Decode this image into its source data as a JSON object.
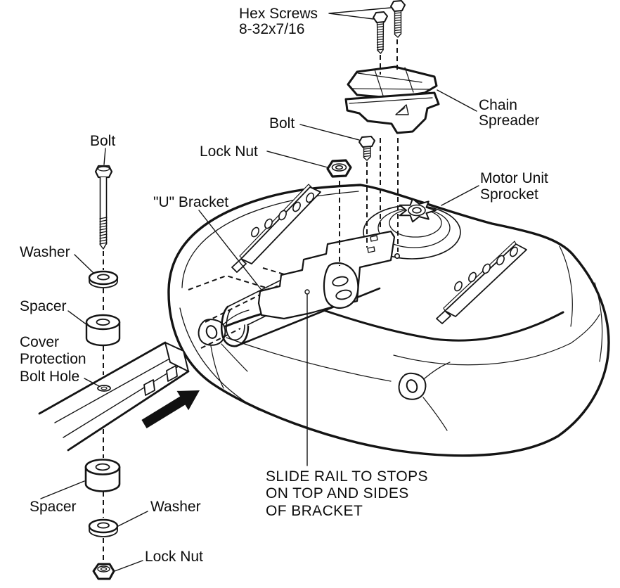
{
  "diagram": {
    "type": "exploded-assembly-diagram",
    "subject": "Motor unit rail attachment with U bracket and chain spreader",
    "colors": {
      "background": "#ffffff",
      "ink": "#141414",
      "label_text": "#0d0d0d",
      "arrow_fill": "#111111"
    },
    "labels": {
      "hex_screws_line1": "Hex Screws",
      "hex_screws_line2": "8-32x7/16",
      "chain_spreader_line1": "Chain",
      "chain_spreader_line2": "Spreader",
      "bolt_top": "Bolt",
      "lock_nut_top": "Lock Nut",
      "motor_unit_line1": "Motor Unit",
      "motor_unit_line2": "Sprocket",
      "u_bracket": "\"U\" Bracket",
      "bolt_left": "Bolt",
      "washer_left": "Washer",
      "spacer_left": "Spacer",
      "cover_line1": "Cover",
      "cover_line2": "Protection",
      "cover_line3": "Bolt Hole",
      "spacer_bottom": "Spacer",
      "washer_bottom": "Washer",
      "lock_nut_bottom": "Lock Nut",
      "instruction_line1": "SLIDE RAIL TO STOPS",
      "instruction_line2": "ON TOP AND SIDES",
      "instruction_line3": "OF BRACKET"
    }
  }
}
